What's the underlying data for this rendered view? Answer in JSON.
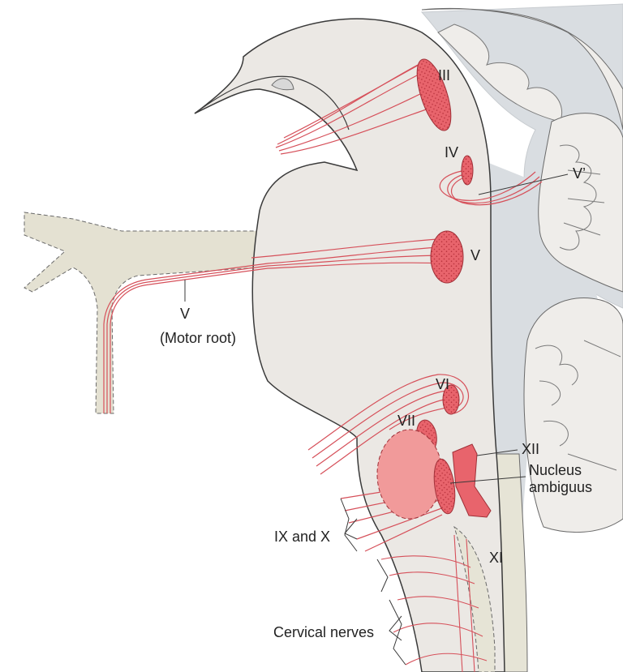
{
  "labels": {
    "oculomotor": "III",
    "trochlear": "IV",
    "trigeminal_mesencephalic": "V’",
    "trigeminal": "V",
    "motor_root_numeral": "V",
    "motor_root_text": "(Motor root)",
    "abducens": "VI",
    "facial": "VII",
    "hypoglossal": "XII",
    "nucleus_ambiguus_line1": "Nucleus",
    "nucleus_ambiguus_line2": "ambiguus",
    "glosso_vagus": "IX and X",
    "accessory": "XI",
    "cervical": "Cervical nerves"
  },
  "colors": {
    "tissue": "#ebe8e4",
    "tissue_outline": "#3a3a3a",
    "ventricle": "#d9dde1",
    "cerebellum": "#efedea",
    "nerve_root": "#e4e1d2",
    "nucleus": "#e8646c",
    "nucleus_light": "#f19a9a",
    "fiber": "#d6505a",
    "text": "#222222"
  }
}
